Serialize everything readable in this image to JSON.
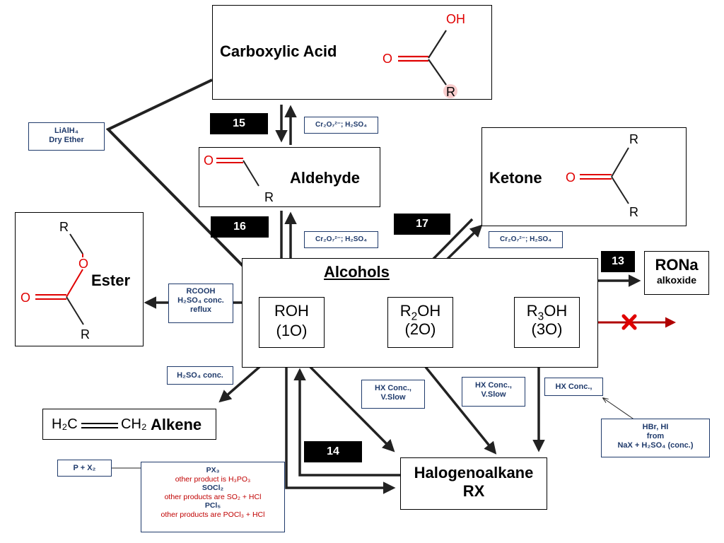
{
  "diagram": {
    "carboxylic_acid": {
      "label": "Carboxylic Acid",
      "oh": "OH",
      "o": "O",
      "r": "R"
    },
    "aldehyde": {
      "label": "Aldehyde",
      "o": "O",
      "r": "R"
    },
    "ketone": {
      "label": "Ketone",
      "o": "O",
      "r1": "R",
      "r2": "R"
    },
    "ester": {
      "label": "Ester",
      "o1": "O",
      "o2": "O",
      "r1": "R",
      "r2": "R"
    },
    "alcohols": {
      "heading": "Alcohols",
      "primary": {
        "formula": "ROH",
        "degree": "(1O)"
      },
      "secondary": {
        "formula_pre": "R",
        "formula_sub": "2",
        "formula_post": "OH",
        "degree": "(2O)"
      },
      "tertiary": {
        "formula_pre": "R",
        "formula_sub": "3",
        "formula_post": "OH",
        "degree": "(3O)"
      }
    },
    "rona": {
      "label": "RONa",
      "sub": "alkoxide"
    },
    "alkene": {
      "label": "Alkene",
      "formula_left": "H₂C",
      "formula_right": "CH₂"
    },
    "halogenoalkane": {
      "line1": "Halogenoalkane",
      "line2": "RX"
    },
    "numbers": {
      "n15": "15",
      "n16": "16",
      "n17": "17",
      "n13": "13",
      "n14": "14"
    },
    "conditions": {
      "lialh4_line1": "LiAlH₄",
      "lialh4_line2": "Dry Ether",
      "cr_top": "Cr₂O₇²⁻; H₂SO₄",
      "cr_mid": "Cr₂O₇²⁻; H₂SO₄",
      "cr_ketone": "Cr₂O₇²⁻; H₂SO₄",
      "ester_line1": "RCOOH",
      "ester_line2": "H₂SO₄ conc.",
      "ester_line3": "reflux",
      "alkene_cond": "H₂SO₄ conc.",
      "hx_1_line1": "HX Conc.,",
      "hx_1_line2": "V.Slow",
      "hx_2_line1": "HX Conc.,",
      "hx_2_line2": "V.Slow",
      "hx_3": "HX Conc.,",
      "hbr_line1": "HBr, HI",
      "hbr_line2": "from",
      "hbr_line3": "NaX + H₂SO₄  (conc.)",
      "px2": "P + X₂",
      "px3": "PX₃",
      "px3_note": "other product is H₃PO₃",
      "socl2": "SOCl₂",
      "socl2_note": "other products are SO₂ + HCl",
      "pcl5": "PCl₅",
      "pcl5_note": "other products are POCl₃ + HCl"
    },
    "colors": {
      "arrow": "#222222",
      "red": "#e00000",
      "dark_red": "#b00000",
      "navy": "#1f3a6b"
    }
  }
}
